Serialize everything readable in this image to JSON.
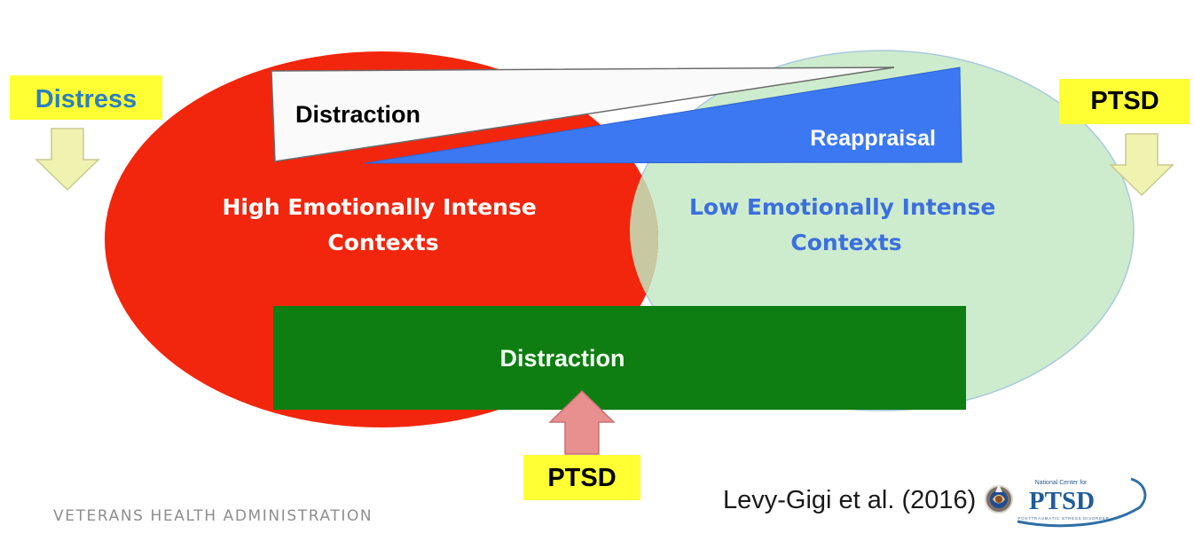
{
  "diagram": {
    "left_label": "Distress",
    "right_label": "PTSD",
    "bottom_label": "PTSD",
    "high_context_lines": [
      "High Emotionally Intense",
      "Contexts"
    ],
    "low_context_lines": [
      "Low Emotionally Intense",
      "Contexts"
    ],
    "distraction_top": "Distraction",
    "reappraisal": "Reappraisal",
    "distraction_bottom": "Distraction"
  },
  "footer": {
    "organization": "VETERANS HEALTH ADMINISTRATION",
    "citation": "Levy-Gigi et al. (2016)"
  },
  "logo": {
    "header": "National Center for",
    "wordmark": "PTSD",
    "subtext": "POSTTRAUMATIC STRESS DISORDER"
  },
  "colors": {
    "high_context_circle": "#f2260d",
    "low_context_circle": "#cdeccd",
    "overlap": "#c8c9a3",
    "reappraisal_triangle": "#3b78f2",
    "distraction_triangle": "#fafafa",
    "distraction_bar": "#0e7d12",
    "label_box": "#ffff33",
    "distress_text": "#2d7fc0",
    "low_context_text": "#3c6fde",
    "down_arrow": "#f0f2b0",
    "up_arrow": "#e8908f"
  }
}
